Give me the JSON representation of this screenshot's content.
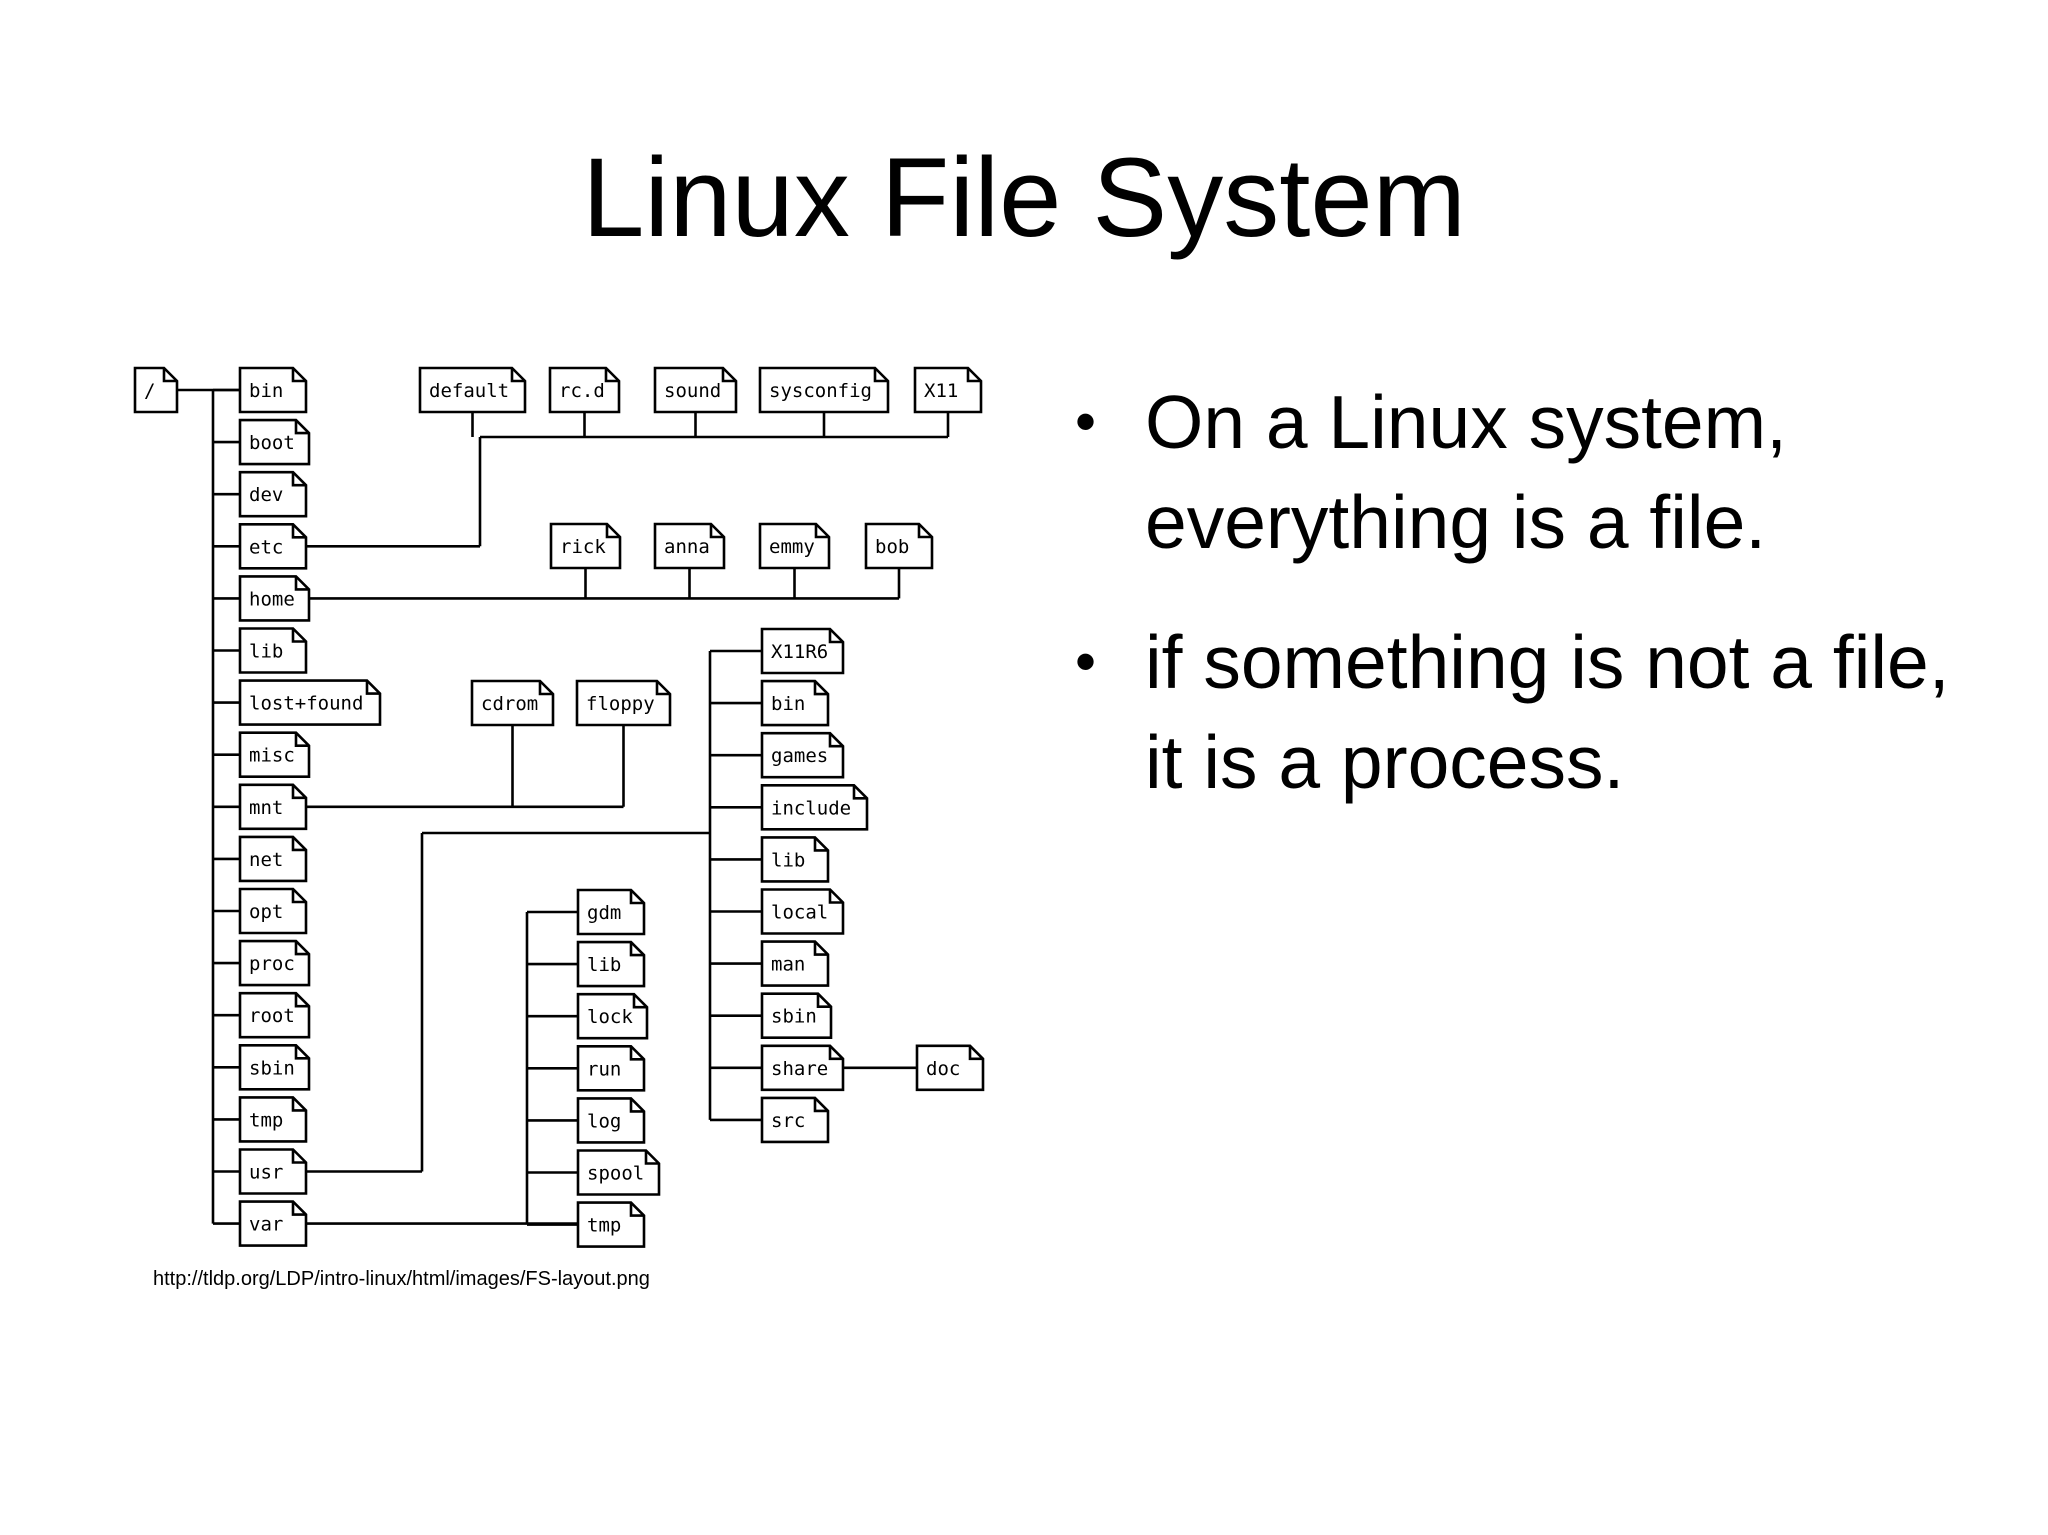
{
  "slide": {
    "title": "Linux File System",
    "bullets": [
      {
        "text": "On a Linux system, everything is a file."
      },
      {
        "text": "if something is not a file, it is a process."
      }
    ],
    "source": "http://tldp.org/LDP/intro-linux/html/images/FS-layout.png"
  },
  "tree": {
    "root": "/",
    "top_level": [
      "bin",
      "boot",
      "dev",
      "etc",
      "home",
      "lib",
      "lost+found",
      "misc",
      "mnt",
      "net",
      "opt",
      "proc",
      "root",
      "sbin",
      "tmp",
      "usr",
      "var"
    ],
    "etc": [
      "default",
      "rc.d",
      "sound",
      "sysconfig",
      "X11"
    ],
    "home": [
      "rick",
      "anna",
      "emmy",
      "bob"
    ],
    "mnt": [
      "cdrom",
      "floppy"
    ],
    "usr": [
      "X11R6",
      "bin",
      "games",
      "include",
      "lib",
      "local",
      "man",
      "sbin",
      "share",
      "src"
    ],
    "share": [
      "doc"
    ],
    "var": [
      "gdm",
      "lib",
      "lock",
      "run",
      "log",
      "spool",
      "tmp"
    ]
  }
}
